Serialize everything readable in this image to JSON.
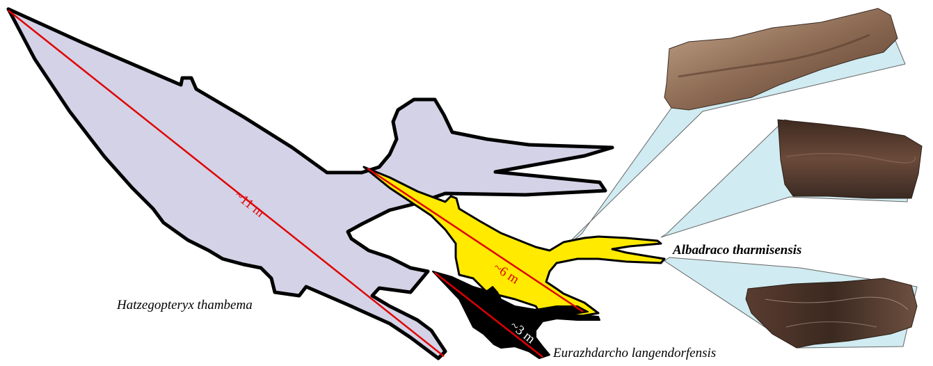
{
  "colors": {
    "hatzegopteryx_fill": "#d3d2e6",
    "albadraco_fill": "#ffea00",
    "eurazhdarcho_fill": "#000000",
    "outline": "#000000",
    "scale_line": "#e00000",
    "callout_fill": "#cce9f0",
    "bone_dark": "#4a3126",
    "bone_light": "#b3947a"
  },
  "species": {
    "hatzegopteryx": {
      "label": "Hatzegopteryx thambema",
      "wingspan": "~11 m"
    },
    "albadraco": {
      "label": "Albadraco tharmisensis",
      "wingspan": "~6 m"
    },
    "eurazhdarcho": {
      "label": "Eurazhdarcho langendorfensis",
      "wingspan": "~3 m"
    }
  },
  "fossils": [
    {
      "name": "fossil-photo-upper"
    },
    {
      "name": "fossil-photo-middle",
      "icon": "fossil-bone-icon"
    },
    {
      "name": "fossil-photo-lower",
      "icon": "fossil-bone-icon"
    }
  ]
}
